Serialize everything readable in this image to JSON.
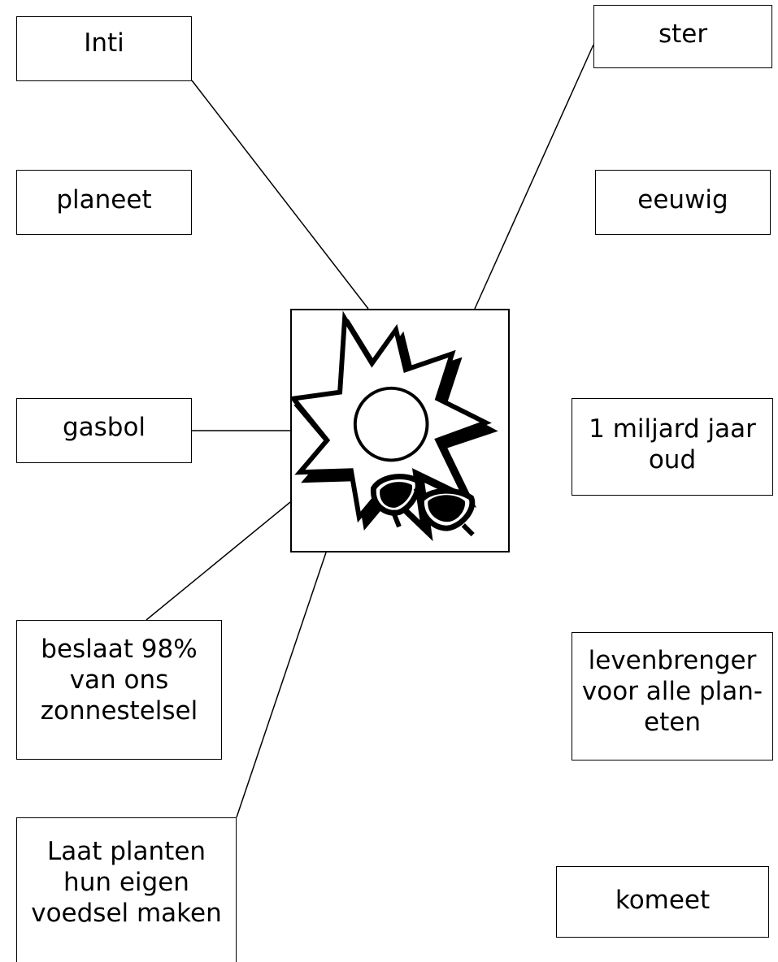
{
  "center": {
    "icon": "sun-with-sunglasses-icon"
  },
  "boxes": {
    "inti": "Inti",
    "ster": "ster",
    "planeet": "planeet",
    "eeuwig": "eeuwig",
    "gasbol": "gasbol",
    "miljard": "1 miljard jaar\noud",
    "beslaat": "beslaat 98%\nvan ons\nzonnestelsel",
    "levenbrenger": "levenbrenger\nvoor alle plan-\neten",
    "laat_planten": "Laat planten\nhun eigen\nvoedsel maken",
    "komeet": "komeet"
  },
  "connections": [
    "inti",
    "ster",
    "gasbol",
    "beslaat",
    "laat_planten"
  ]
}
